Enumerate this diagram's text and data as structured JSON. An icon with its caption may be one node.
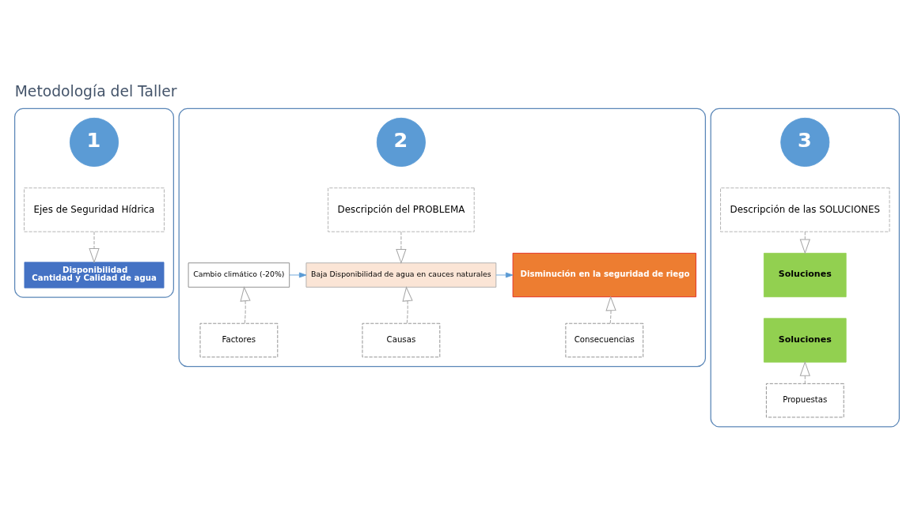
{
  "diagram": {
    "title": "Metodología del Taller",
    "nodes": [
      {
        "text": [],
        "shape": "box"
      },
      {
        "text": [
          "1"
        ],
        "in": 0
      },
      {
        "text": [
          "Ejes de Seguridad Hídrica"
        ],
        "in": 0
      },
      {
        "text": [
          "Disponibilidad",
          "Cantidad y Calidad de agua"
        ],
        "in": 0
      },
      {
        "text": [],
        "shape": "box"
      },
      {
        "text": [
          "2"
        ],
        "in": 4
      },
      {
        "text": [
          "Descripción del PROBLEMA"
        ],
        "in": 4
      },
      {
        "text": [
          "Cambio climático (-20%)"
        ],
        "in": 4
      },
      {
        "text": [
          "Baja Disponibilidad de agua en cauces naturales"
        ],
        "in": 4
      },
      {
        "text": [
          "Disminución en la seguridad de riego"
        ],
        "in": 4
      },
      {
        "text": [
          "Factores"
        ],
        "in": 4
      },
      {
        "text": [
          "Causas"
        ],
        "in": 4
      },
      {
        "text": [
          "Consecuencias"
        ],
        "in": 4
      },
      {
        "text": [],
        "shape": "box"
      },
      {
        "text": [
          "3"
        ],
        "in": 13
      },
      {
        "text": [
          "Descripción de las SOLUCIONES"
        ],
        "in": 13
      },
      {
        "text": [
          "Soluciones"
        ],
        "in": 13
      },
      {
        "text": [
          "Soluciones"
        ],
        "in": 13
      },
      {
        "text": [
          "Propuestas"
        ],
        "in": 13
      }
    ],
    "edges": [
      {
        "from": 2,
        "to": 3,
        "arrow": "to",
        "style": "dashed"
      },
      {
        "from": 6,
        "to": 8,
        "arrow": "to",
        "style": "dashed"
      },
      {
        "from": 7,
        "to": 8,
        "arrow": "to",
        "color": "#5b9bd5"
      },
      {
        "from": 8,
        "to": 9,
        "arrow": "to",
        "color": "#5b9bd5"
      },
      {
        "from": 10,
        "to": 7,
        "arrow": "to",
        "style": "dashed"
      },
      {
        "from": 11,
        "to": 8,
        "arrow": "to",
        "style": "dashed"
      },
      {
        "from": 12,
        "to": 9,
        "arrow": "to",
        "style": "dashed"
      },
      {
        "from": 15,
        "to": 16,
        "arrow": "to",
        "style": "dashed"
      },
      {
        "from": 18,
        "to": 17,
        "arrow": "to",
        "style": "dashed"
      }
    ]
  }
}
